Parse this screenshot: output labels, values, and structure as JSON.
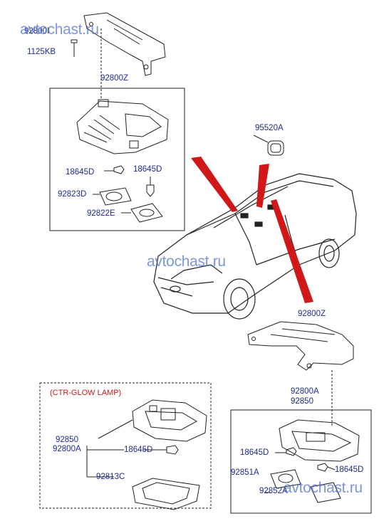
{
  "watermarks": [
    "avtochast.ru",
    "avtochast.ru",
    "avtochast.ru"
  ],
  "labels": {
    "p_top": "92800I",
    "p_1125KB": "1125KB",
    "p_92800Z_top": "92800Z",
    "p_18645D_a": "18645D",
    "p_18645D_b": "18645D",
    "p_92823D": "92823D",
    "p_92822E": "92822E",
    "p_95520A": "95520A",
    "p_92800Z_right": "92800Z",
    "p_92800A_r": "92800A",
    "p_92850_r": "92850",
    "p_18645D_c": "18645D",
    "p_92851A": "92851A",
    "p_18645D_d": "18645D",
    "p_92852A": "92852A",
    "ctr_title": "(CTR-GLOW LAMP)",
    "p_92850_l": "92850",
    "p_92800A_l": "92800A",
    "p_18645D_e": "18645D",
    "p_92813C": "92813C"
  },
  "colors": {
    "label": "#1f2a8f",
    "accent_red": "#d01818",
    "watermark": "#4a6fd0",
    "line": "#222222"
  }
}
